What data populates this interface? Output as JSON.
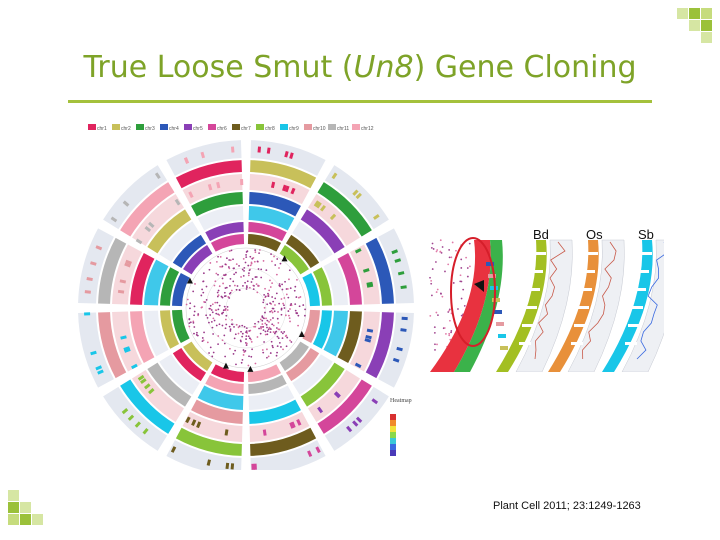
{
  "slide": {
    "title_prefix": "True Loose Smut (",
    "title_gene": "Un8",
    "title_suffix": ") Gene Cloning",
    "citation": "Plant Cell 2011; 23:1249-1263"
  },
  "circos": {
    "chromosomes": [
      "chr1",
      "chr2",
      "chr3",
      "chr4",
      "chr5",
      "chr6",
      "chr7",
      "chr8",
      "chr9",
      "chr10",
      "chr11",
      "chr12"
    ],
    "colors": [
      "#e0245e",
      "#c8c05a",
      "#2e9e3c",
      "#2c58b8",
      "#8a3fb6",
      "#d4469a",
      "#6e5c1e",
      "#88c43a",
      "#19c6e8",
      "#e59aa0",
      "#b6b6b6",
      "#f4a4b4"
    ],
    "heatmap_title": "Heatmap"
  },
  "zoom": {
    "labels": [
      "Bd",
      "Os",
      "Sb"
    ],
    "colors": [
      "#a3bf22",
      "#e8903a",
      "#19c6e8"
    ]
  }
}
